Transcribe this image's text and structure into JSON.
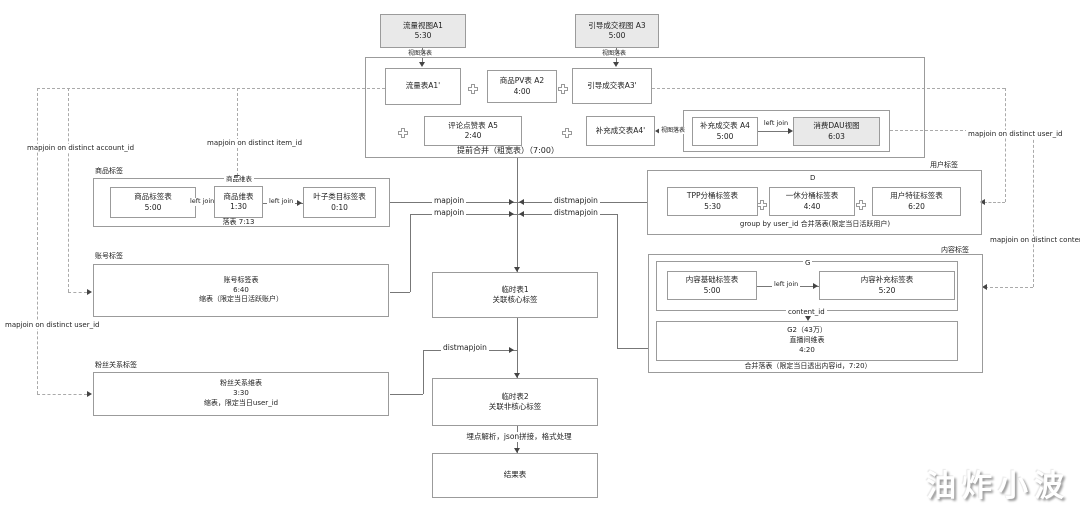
{
  "watermark": "油炸小波",
  "labels": {
    "view_landing": "视图落表",
    "left_join": "left join",
    "mapjoin": "mapjoin",
    "distmapjoin": "distmapjoin",
    "mapjoin_account": "mapjoin on distinct account_id",
    "mapjoin_item": "mapjoin on distinct item_id",
    "mapjoin_user": "mapjoin on distinct user_id",
    "mapjoin_content": "mapjoin on distinct content_id",
    "process_note": "埋点解析，json拼接，格式处理"
  },
  "top": {
    "flow_view": {
      "title": "流量视图A1",
      "time": "5:30"
    },
    "guide_view": {
      "title": "引导成交视图 A3",
      "time": "5:00"
    }
  },
  "merge": {
    "caption": "提前合并（粗宽表）（7:00）",
    "flow_table": {
      "title": "流量表A1'"
    },
    "pv_table": {
      "title": "商品PV表 A2",
      "time": "4:00"
    },
    "guide_table": {
      "title": "引导成交表A3'"
    },
    "comment_table": {
      "title": "评论点赞表 A5",
      "time": "2:40"
    },
    "supp_table": {
      "title": "补充成交表A4'"
    },
    "supp_src": {
      "title": "补充成交表 A4",
      "time": "5:00"
    },
    "dau_view": {
      "title": "消费DAU视图",
      "time": "6:03"
    }
  },
  "item_section": {
    "label": "商品标签",
    "tag_table": {
      "title": "商品标签表",
      "time": "5:00"
    },
    "dim_label": "商品维表",
    "dim_table": {
      "title": "商品维表",
      "time": "1:30"
    },
    "leaf_table": {
      "title": "叶子类目标签表",
      "time": "0:10"
    },
    "caption": "落表 7:13"
  },
  "account_section": {
    "label": "账号标签",
    "box": {
      "title": "账号标签表",
      "time": "6:40",
      "note": "缩表（限定当日活跃账户）"
    }
  },
  "fans_section": {
    "label": "粉丝关系标签",
    "box": {
      "title": "粉丝关系维表",
      "time": "3:30",
      "note": "缩表，限定当日user_id"
    }
  },
  "user_section": {
    "label": "用户标签",
    "group_label": "D",
    "tpp_table": {
      "title": "TPP分桶标签表",
      "time": "5:30"
    },
    "yixiu_table": {
      "title": "一休分桶标签表",
      "time": "4:40"
    },
    "feature_table": {
      "title": "用户特征标签表",
      "time": "6:20"
    },
    "caption": "group by user_id 合并落表(限定当日活跃用户)"
  },
  "content_section": {
    "label": "内容标签",
    "group_label": "G",
    "base_table": {
      "title": "内容基础标签表",
      "time": "5:00"
    },
    "supp_table": {
      "title": "内容补充标签表",
      "time": "5:20"
    },
    "content_id_label": "content_id",
    "live_table": {
      "title": "G2（43万）",
      "line2": "直播间维表",
      "time": "4:20"
    },
    "caption": "合并落表（限定当日透出内容id，7:20）"
  },
  "pipeline": {
    "temp1": {
      "title": "临时表1",
      "subtitle": "关联核心标签"
    },
    "temp2": {
      "title": "临时表2",
      "subtitle": "关联非核心标签"
    },
    "result": {
      "title": "结果表"
    }
  }
}
